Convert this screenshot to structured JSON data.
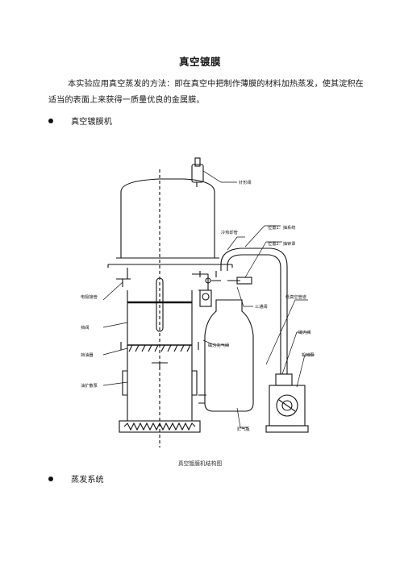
{
  "document": {
    "title": "真空镀膜",
    "intro": "本实验应用真空蒸发的方法：即在真空中把制作薄膜的材料加热蒸发，使其淀积在适当的表面上来获得一质量优良的金属膜。",
    "bullets": [
      "真空镀膜机",
      "蒸发系统"
    ]
  },
  "figure": {
    "caption": "真空镀膜机结构图",
    "labels": {
      "needle_valve": "针形阀",
      "heating_cooling_pipe": "冷热却管",
      "position1": "位置1：抽系统",
      "position2": "位置2：抽钟罩",
      "electrode_lead": "电极接管",
      "three_way_valve": "三通阀",
      "low_vacuum_pipe": "低真空管道",
      "baffle": "挡阀",
      "magnetic_valve": "磁力阀",
      "oil_baffle": "挡油器",
      "mech_pump": "机械泵",
      "magnetic_inflation_valve": "磁力充气阀",
      "diffusion_pump": "油扩散泵",
      "gas_reservoir": "贮气瓶"
    }
  }
}
